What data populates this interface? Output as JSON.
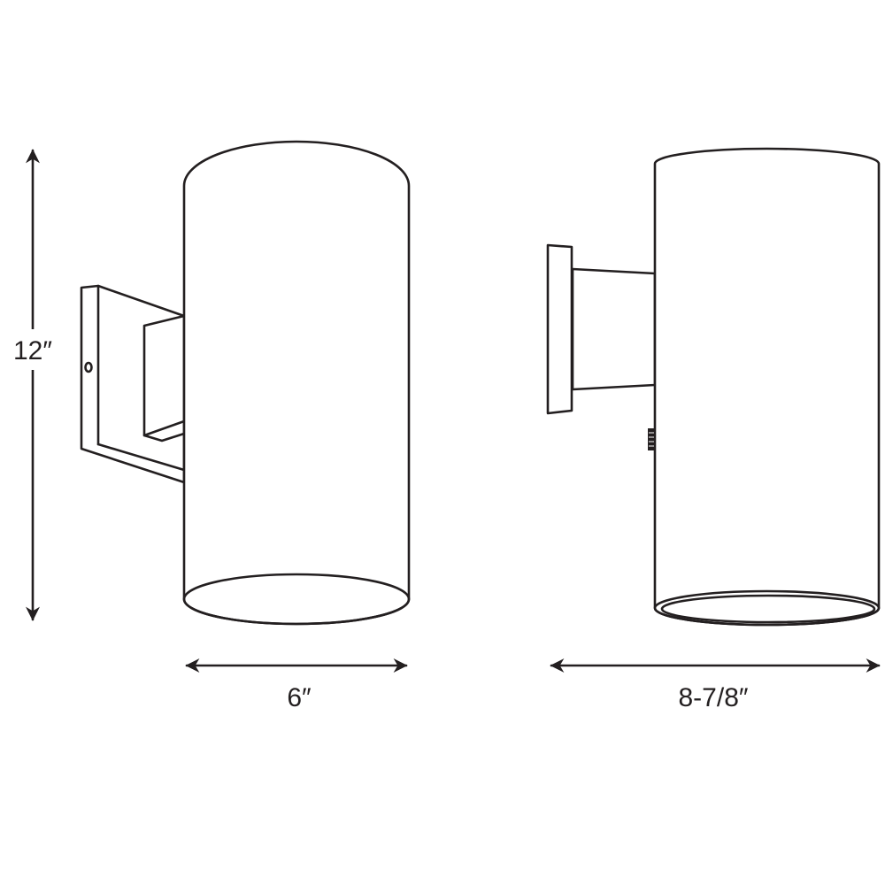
{
  "dimensions": {
    "height_label": "12″",
    "width_front_label": "6″",
    "depth_side_label": "8-7/8″"
  },
  "colors": {
    "line": "#231f20",
    "background": "#ffffff"
  }
}
